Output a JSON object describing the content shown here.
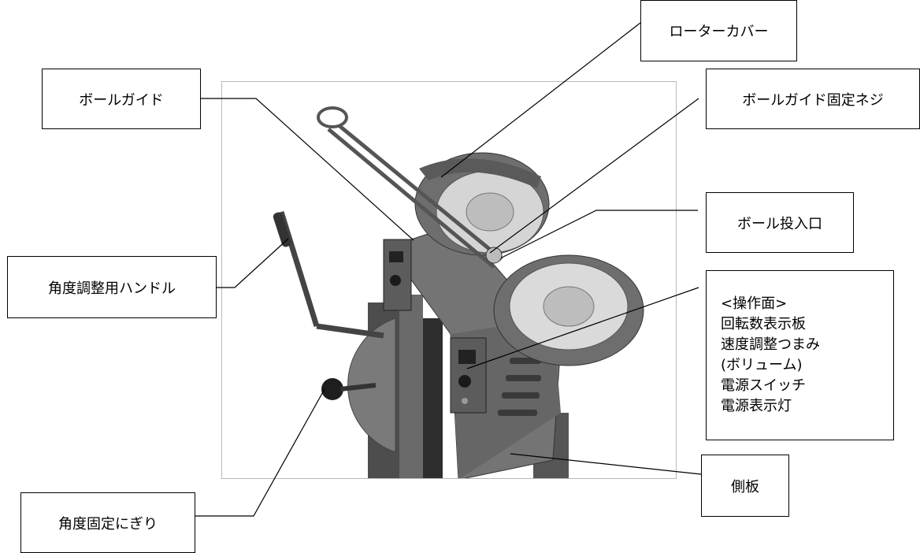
{
  "labels": {
    "ball_guide": "ボールガイド",
    "rotor_cover": "ローターカバー",
    "ball_guide_screw": "ボールガイド固定ネジ",
    "ball_inlet": "ボール投入口",
    "angle_handle": "角度調整用ハンドル",
    "angle_grip": "角度固定にぎり",
    "side_plate": "側板",
    "control_panel": {
      "title": "<操作面>",
      "items": [
        "回転数表示板",
        "速度調整つまみ",
        "(ボリューム)",
        "電源スイッチ",
        "電源表示灯"
      ]
    }
  },
  "colors": {
    "machine_body": "#6f6f6f",
    "machine_dark": "#3a3a3a",
    "wheel_light": "#d8d8d8",
    "stand": "#5a5a5a"
  }
}
